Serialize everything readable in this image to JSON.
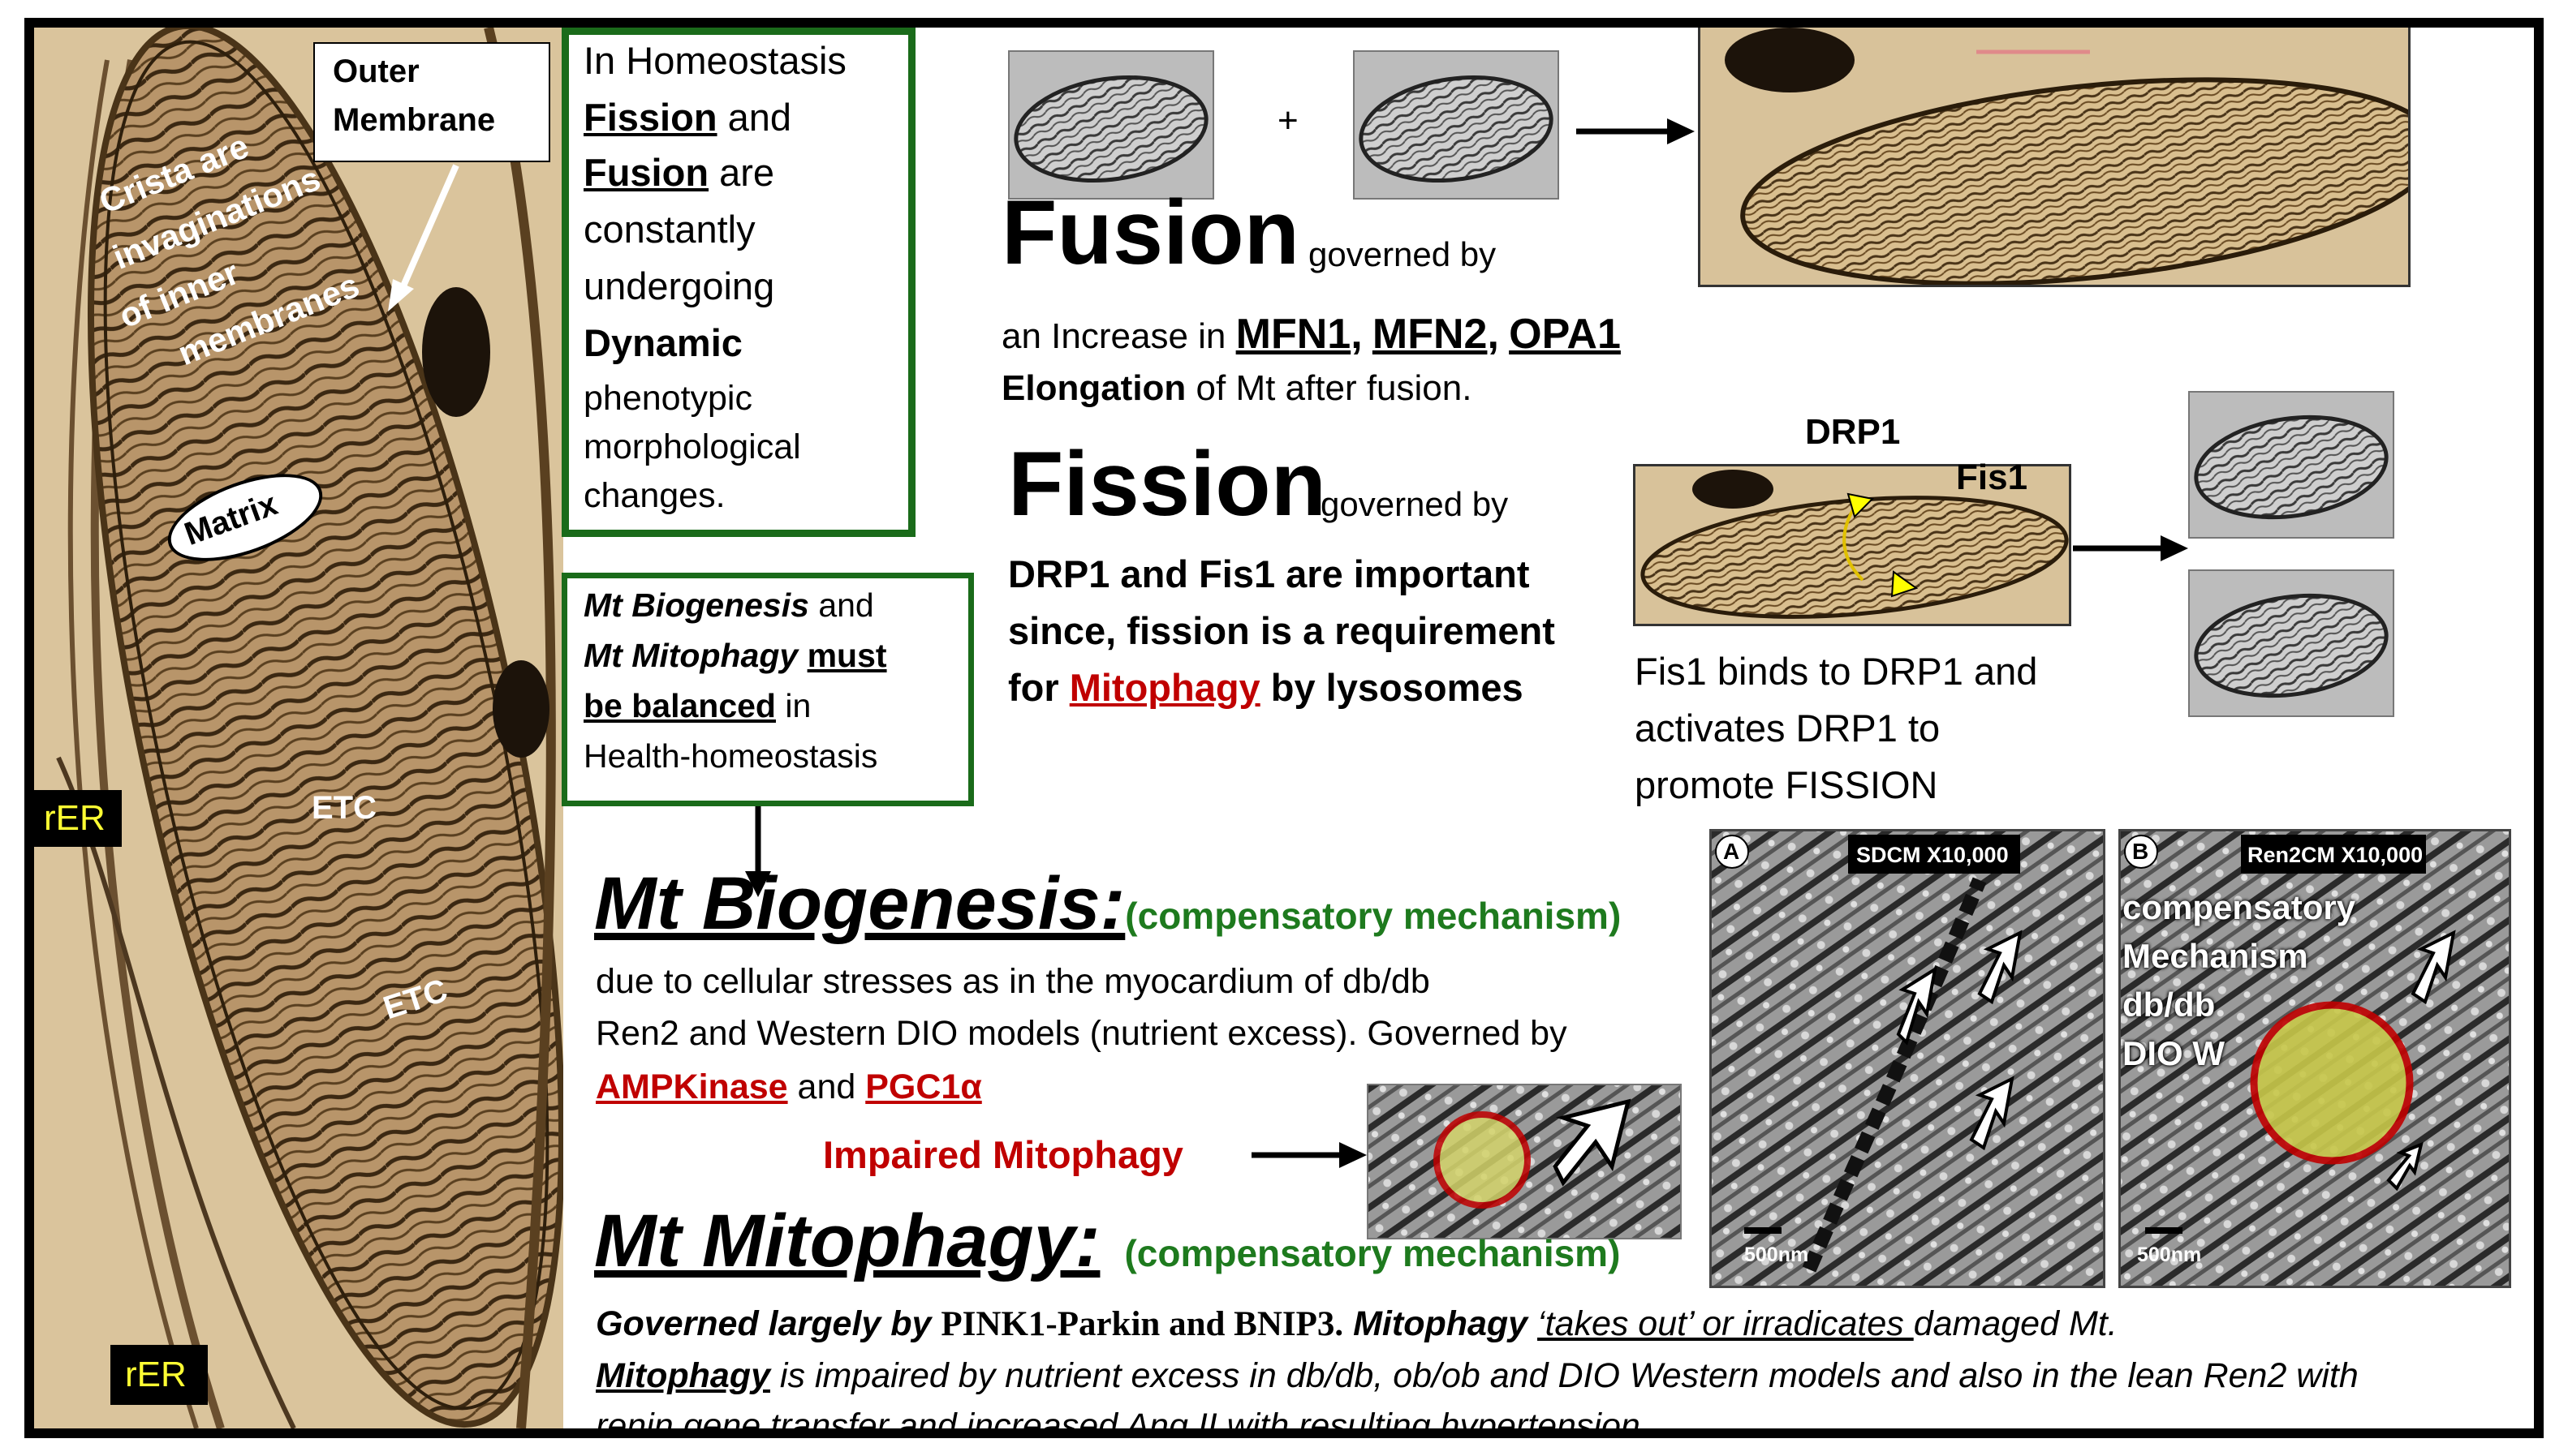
{
  "left_panel": {
    "outer_membrane": [
      "Outer",
      "Membrane"
    ],
    "crista": [
      "Crista are",
      "invaginations",
      "of inner",
      "membranes"
    ],
    "matrix": "Matrix",
    "etc_1": "ETC",
    "etc_2": "ETC",
    "rer_1": "rER",
    "rer_2": "rER"
  },
  "homeostasis_box": {
    "line1": "In Homeostasis",
    "fission": "Fission",
    "and": " and",
    "fusion": "Fusion",
    "are": " are",
    "line4": "constantly",
    "line5": "undergoing",
    "dynamic": "Dynamic",
    "line7": "phenotypic",
    "line8": "morphological",
    "line9": "changes."
  },
  "balance_box": {
    "mt_biogenesis": "Mt Biogenesis",
    "and": " and",
    "mt_mitophagy": "Mt Mitophagy",
    "must": "must",
    "be_balanced": "be balanced",
    "in": " in",
    "health": "Health-homeostasis"
  },
  "fusion": {
    "plus": "+",
    "title": "Fusion",
    "governed": "governed by",
    "increase_prefix": "an Increase in ",
    "mfn1": "MFN1",
    "mfn2": "MFN2",
    "opa1": "OPA1",
    "comma": ",",
    "elongation": "Elongation",
    "elongation_rest": " of Mt after fusion."
  },
  "fission": {
    "title": "Fission",
    "governed": "governed by",
    "line1": "DRP1 and Fis1 are important",
    "line2": "since, fission is a requirement",
    "line3_prefix": "for ",
    "mitophagy": "Mitophagy",
    "line3_suffix": " by lysosomes",
    "drp1_label": "DRP1",
    "fis1_label": "Fis1",
    "caption": [
      "Fis1 binds to DRP1 and",
      "activates DRP1 to",
      "promote FISSION"
    ]
  },
  "biogenesis": {
    "title": "Mt Biogenesis:",
    "paren": "(compensatory mechanism)",
    "line1": "due to cellular stresses as in the myocardium of db/db",
    "line2": "Ren2 and Western DIO models (nutrient excess).  Governed by",
    "ampk": "AMPKinase",
    "and": " and ",
    "pgc": "PGC1α",
    "impaired": "Impaired Mitophagy"
  },
  "mitophagy": {
    "title": "Mt Mitophagy:",
    "paren": "(compensatory mechanism)",
    "l1_governed": "Governed largely by ",
    "l1_pink": "PINK1-Parkin and BNIP3.",
    "l1_mito": "  Mitophagy ",
    "l1_takes": "‘takes out’ or irradicates ",
    "l1_damaged": "damaged Mt.",
    "l2_mito": "Mitophagy",
    "l2_rest": " is impaired by nutrient excess in db/db, ob/ob and DIO Western models and also in the lean Ren2 with",
    "l3": "renin gene transfer and increased Ang II with resulting hypertension."
  },
  "micrographs": {
    "a_letter": "A",
    "a_label": "SDCM X10,000",
    "a_scale": "500nm",
    "b_letter": "B",
    "b_label": "Ren2CM X10,000",
    "b_scale": "500nm",
    "b_overlay": [
      "compensatory",
      "Mechanism",
      "db/db",
      "DIO W"
    ]
  },
  "colors": {
    "red": "#c00000",
    "green": "#1e7a1e",
    "box_border": "#1a6b1a",
    "sepia": "#8a6a3c"
  }
}
